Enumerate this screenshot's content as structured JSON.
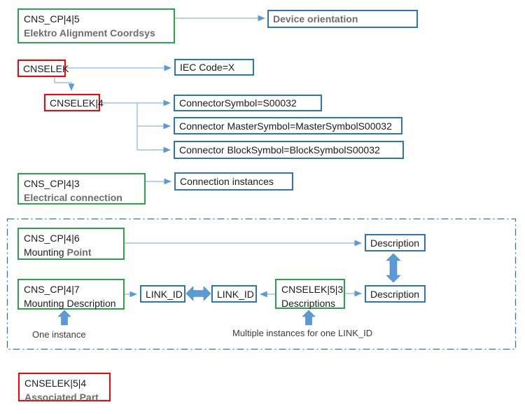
{
  "diagram": {
    "nodes": {
      "cns_cp_4_5": {
        "line1": "CNS_CP|4|5",
        "line2": "Elektro Alignment Coordsys"
      },
      "device_orientation": {
        "label": "Device orientation"
      },
      "cnselek": {
        "label": "CNSELEK"
      },
      "iec_code": {
        "label": "IEC Code=X"
      },
      "cnselek_4": {
        "label": "CNSELEK|4"
      },
      "connector_symbol": {
        "label": "ConnectorSymbol=S00032"
      },
      "connector_master_symbol": {
        "label": "Connector MasterSymbol=MasterSymbolS00032"
      },
      "connector_block_symbol": {
        "label": "Connector BlockSymbol=BlockSymbolS00032"
      },
      "cns_cp_4_3": {
        "line1": "CNS_CP|4|3",
        "line2": "Electrical connection"
      },
      "connection_instances": {
        "label": "Connection instances"
      },
      "cns_cp_4_6": {
        "line1": "CNS_CP|4|6",
        "line2a": "Mounting ",
        "line2b": "Point"
      },
      "description_top": {
        "label": "Description"
      },
      "cns_cp_4_7": {
        "line1": "CNS_CP|4|7",
        "line2": "Mounting Description"
      },
      "link_id_left": {
        "label": "LINK_ID"
      },
      "link_id_right": {
        "label": "LINK_ID"
      },
      "cnselek_5_3": {
        "line1": "CNSELEK|5|3",
        "line2": "Descriptions"
      },
      "description_bottom": {
        "label": "Description"
      },
      "cnselek_5_4": {
        "line1": "CNSELEK|5|4",
        "line2": "Associated Part"
      }
    },
    "captions": {
      "one_instance": "One instance",
      "multiple_instances": "Multiple instances for one LINK_ID"
    },
    "colors": {
      "green_border": "#28A24C",
      "red_border": "#FE0000",
      "blue_border": "#2E75B6",
      "connector_line": "#9DC3E6",
      "arrow_fill": "#5B9BD5",
      "gray_bold_text": "#6D6D6D"
    }
  }
}
